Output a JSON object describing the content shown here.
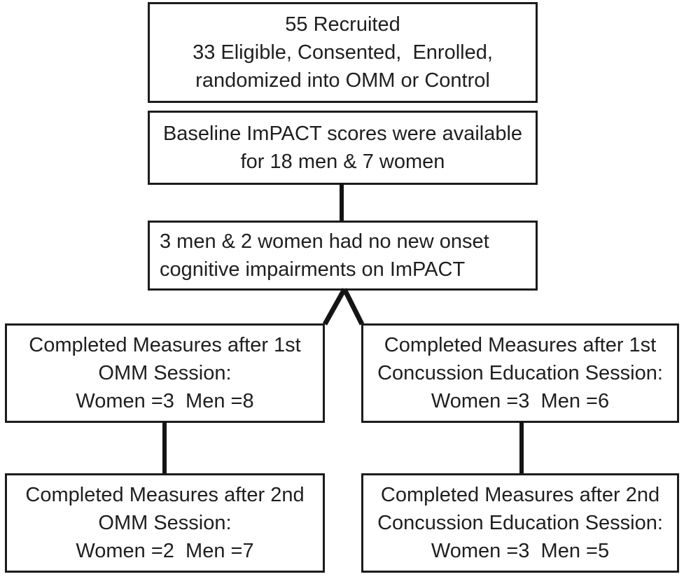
{
  "diagram": {
    "type": "flowchart",
    "colors": {
      "background": "#ffffff",
      "box_border": "#1c1c1c",
      "text": "#1f1f1f",
      "connector": "#141414"
    },
    "nodes": {
      "recruited": {
        "lines": [
          "55 Recruited",
          "33 Eligible, Consented,  Enrolled,",
          "randomized into OMM or Control"
        ]
      },
      "baseline": {
        "lines": [
          "Baseline ImPACT scores were available",
          "for 18 men & 7 women"
        ]
      },
      "impairment": {
        "lines": [
          "3 men & 2 women had no new onset",
          "cognitive impairments on ImPACT"
        ]
      },
      "omm1": {
        "lines": [
          "Completed Measures after 1st",
          "OMM Session:",
          "Women =3  Men =8"
        ]
      },
      "edu1": {
        "lines": [
          "Completed Measures after 1st",
          "Concussion Education Session:",
          "Women =3  Men =6"
        ]
      },
      "omm2": {
        "lines": [
          "Completed Measures after 2nd",
          "OMM Session:",
          "Women =2  Men =7"
        ]
      },
      "edu2": {
        "lines": [
          "Completed Measures after 2nd",
          "Concussion Education Session:",
          "Women =3  Men =5"
        ]
      }
    }
  }
}
